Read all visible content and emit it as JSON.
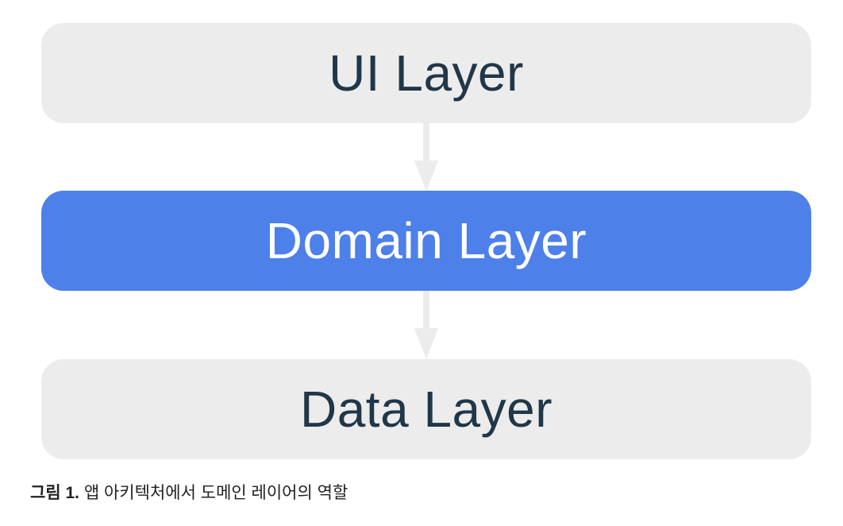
{
  "diagram": {
    "title": "app-architecture-layers",
    "layers": [
      {
        "label": "UI Layer",
        "variant": "gray"
      },
      {
        "label": "Domain Layer",
        "variant": "blue"
      },
      {
        "label": "Data Layer",
        "variant": "gray"
      }
    ],
    "arrows": [
      {
        "from": "UI Layer",
        "to": "Domain Layer",
        "direction": "down"
      },
      {
        "from": "Domain Layer",
        "to": "Data Layer",
        "direction": "down"
      }
    ],
    "caption": {
      "prefix": "그림 1.",
      "text": " 앱 아키텍처에서 도메인 레이어의 역할"
    }
  },
  "colors": {
    "background": "#ffffff",
    "layer_gray_bg": "#ececec",
    "layer_blue_bg": "#4e80ea",
    "layer_gray_text": "#1f3749",
    "layer_blue_text": "#ffffff",
    "arrow": "#ececec",
    "caption_text": "#202124"
  }
}
